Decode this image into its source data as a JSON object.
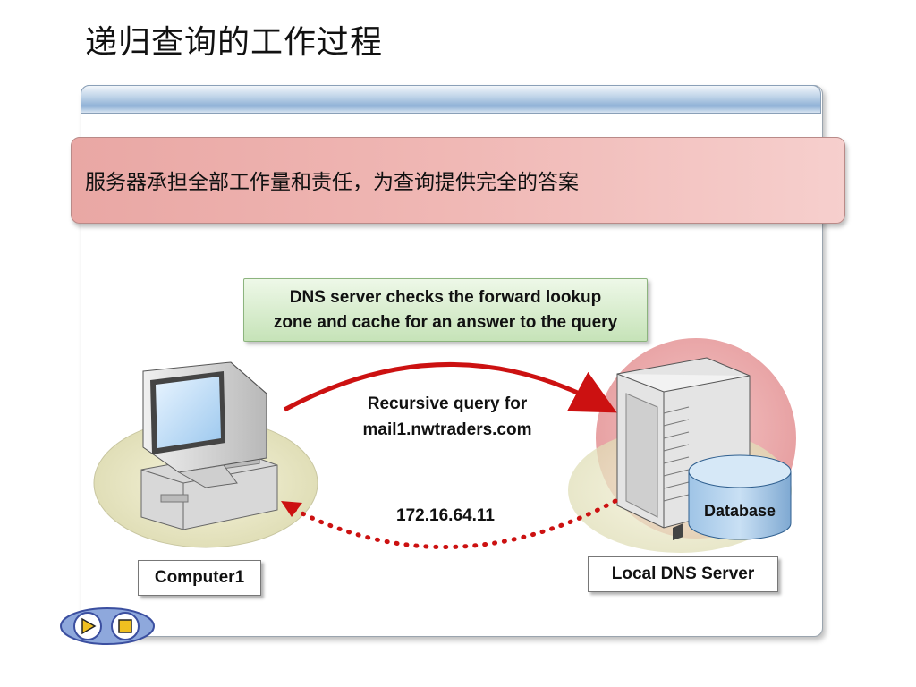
{
  "slide": {
    "title": "递归查询的工作过程",
    "callout_text": "服务器承担全部工作量和责任，为查询提供完全的答案"
  },
  "diagram": {
    "note": "DNS server checks the forward lookup\nzone and cache for an answer to the query",
    "query_label": "Recursive query for\nmail1.nwtraders.com",
    "answer_label": "172.16.64.11",
    "client_label": "Computer1",
    "server_label": "Local DNS Server",
    "database_label": "Database"
  },
  "colors": {
    "arrow": "#cc1111",
    "callout": "#f0b8b5",
    "note": "#c6e3b8",
    "header_band": "#8fb1d6"
  },
  "controls": {
    "play_icon": "play-icon",
    "stop_icon": "stop-icon"
  }
}
